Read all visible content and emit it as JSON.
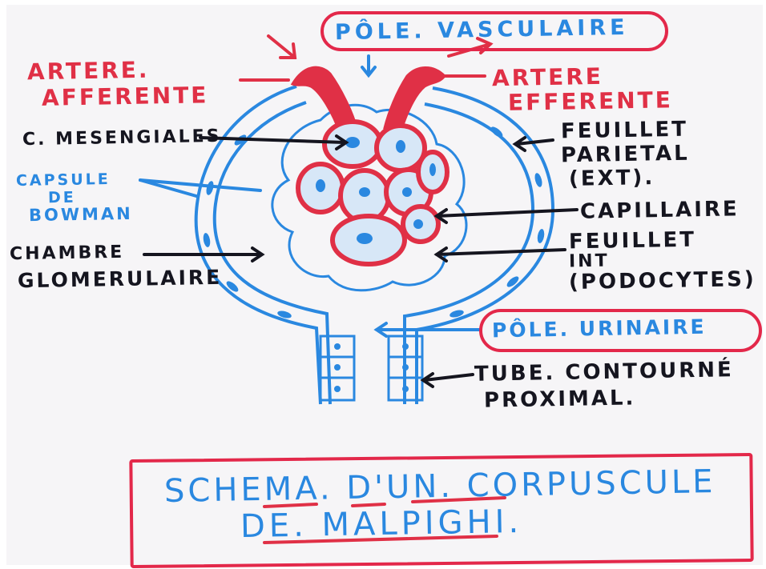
{
  "title": {
    "line1": "SCHEMA. D'UN. CORPUSCULE",
    "line2": "DE. MALPIGHI."
  },
  "labels": {
    "pole_vasculaire": "PÔLE. VASCULAIRE",
    "artere_afferente_1": "ARTERE.",
    "artere_afferente_2": "AFFERENTE",
    "artere_efferente_1": "ARTERE",
    "artere_efferente_2": "EFFERENTE",
    "mesangiales": "C. MESENGIALES",
    "feuillet_parietal_1": "FEUILLET",
    "feuillet_parietal_2": "PARIETAL",
    "feuillet_parietal_3": "(EXT).",
    "capsule_1": "CAPSULE",
    "capsule_2": "DE",
    "capsule_3": "BOWMAN",
    "capillaire": "CAPILLAIRE",
    "feuillet_int_1": "FEUILLET",
    "feuillet_int_2": "INT",
    "feuillet_int_3": "(PODOCYTES)",
    "chambre_1": "CHAMBRE",
    "chambre_2": "GLOMERULAIRE",
    "pole_urinaire": "PÔLE. URINAIRE",
    "tube_1": "TUBE. CONTOURNÉ",
    "tube_2": "PROXIMAL."
  },
  "colors": {
    "ink_black": "#15151f",
    "ink_red": "#e03046",
    "ink_blue": "#2a88e0",
    "box_pink": "#e3284a"
  }
}
